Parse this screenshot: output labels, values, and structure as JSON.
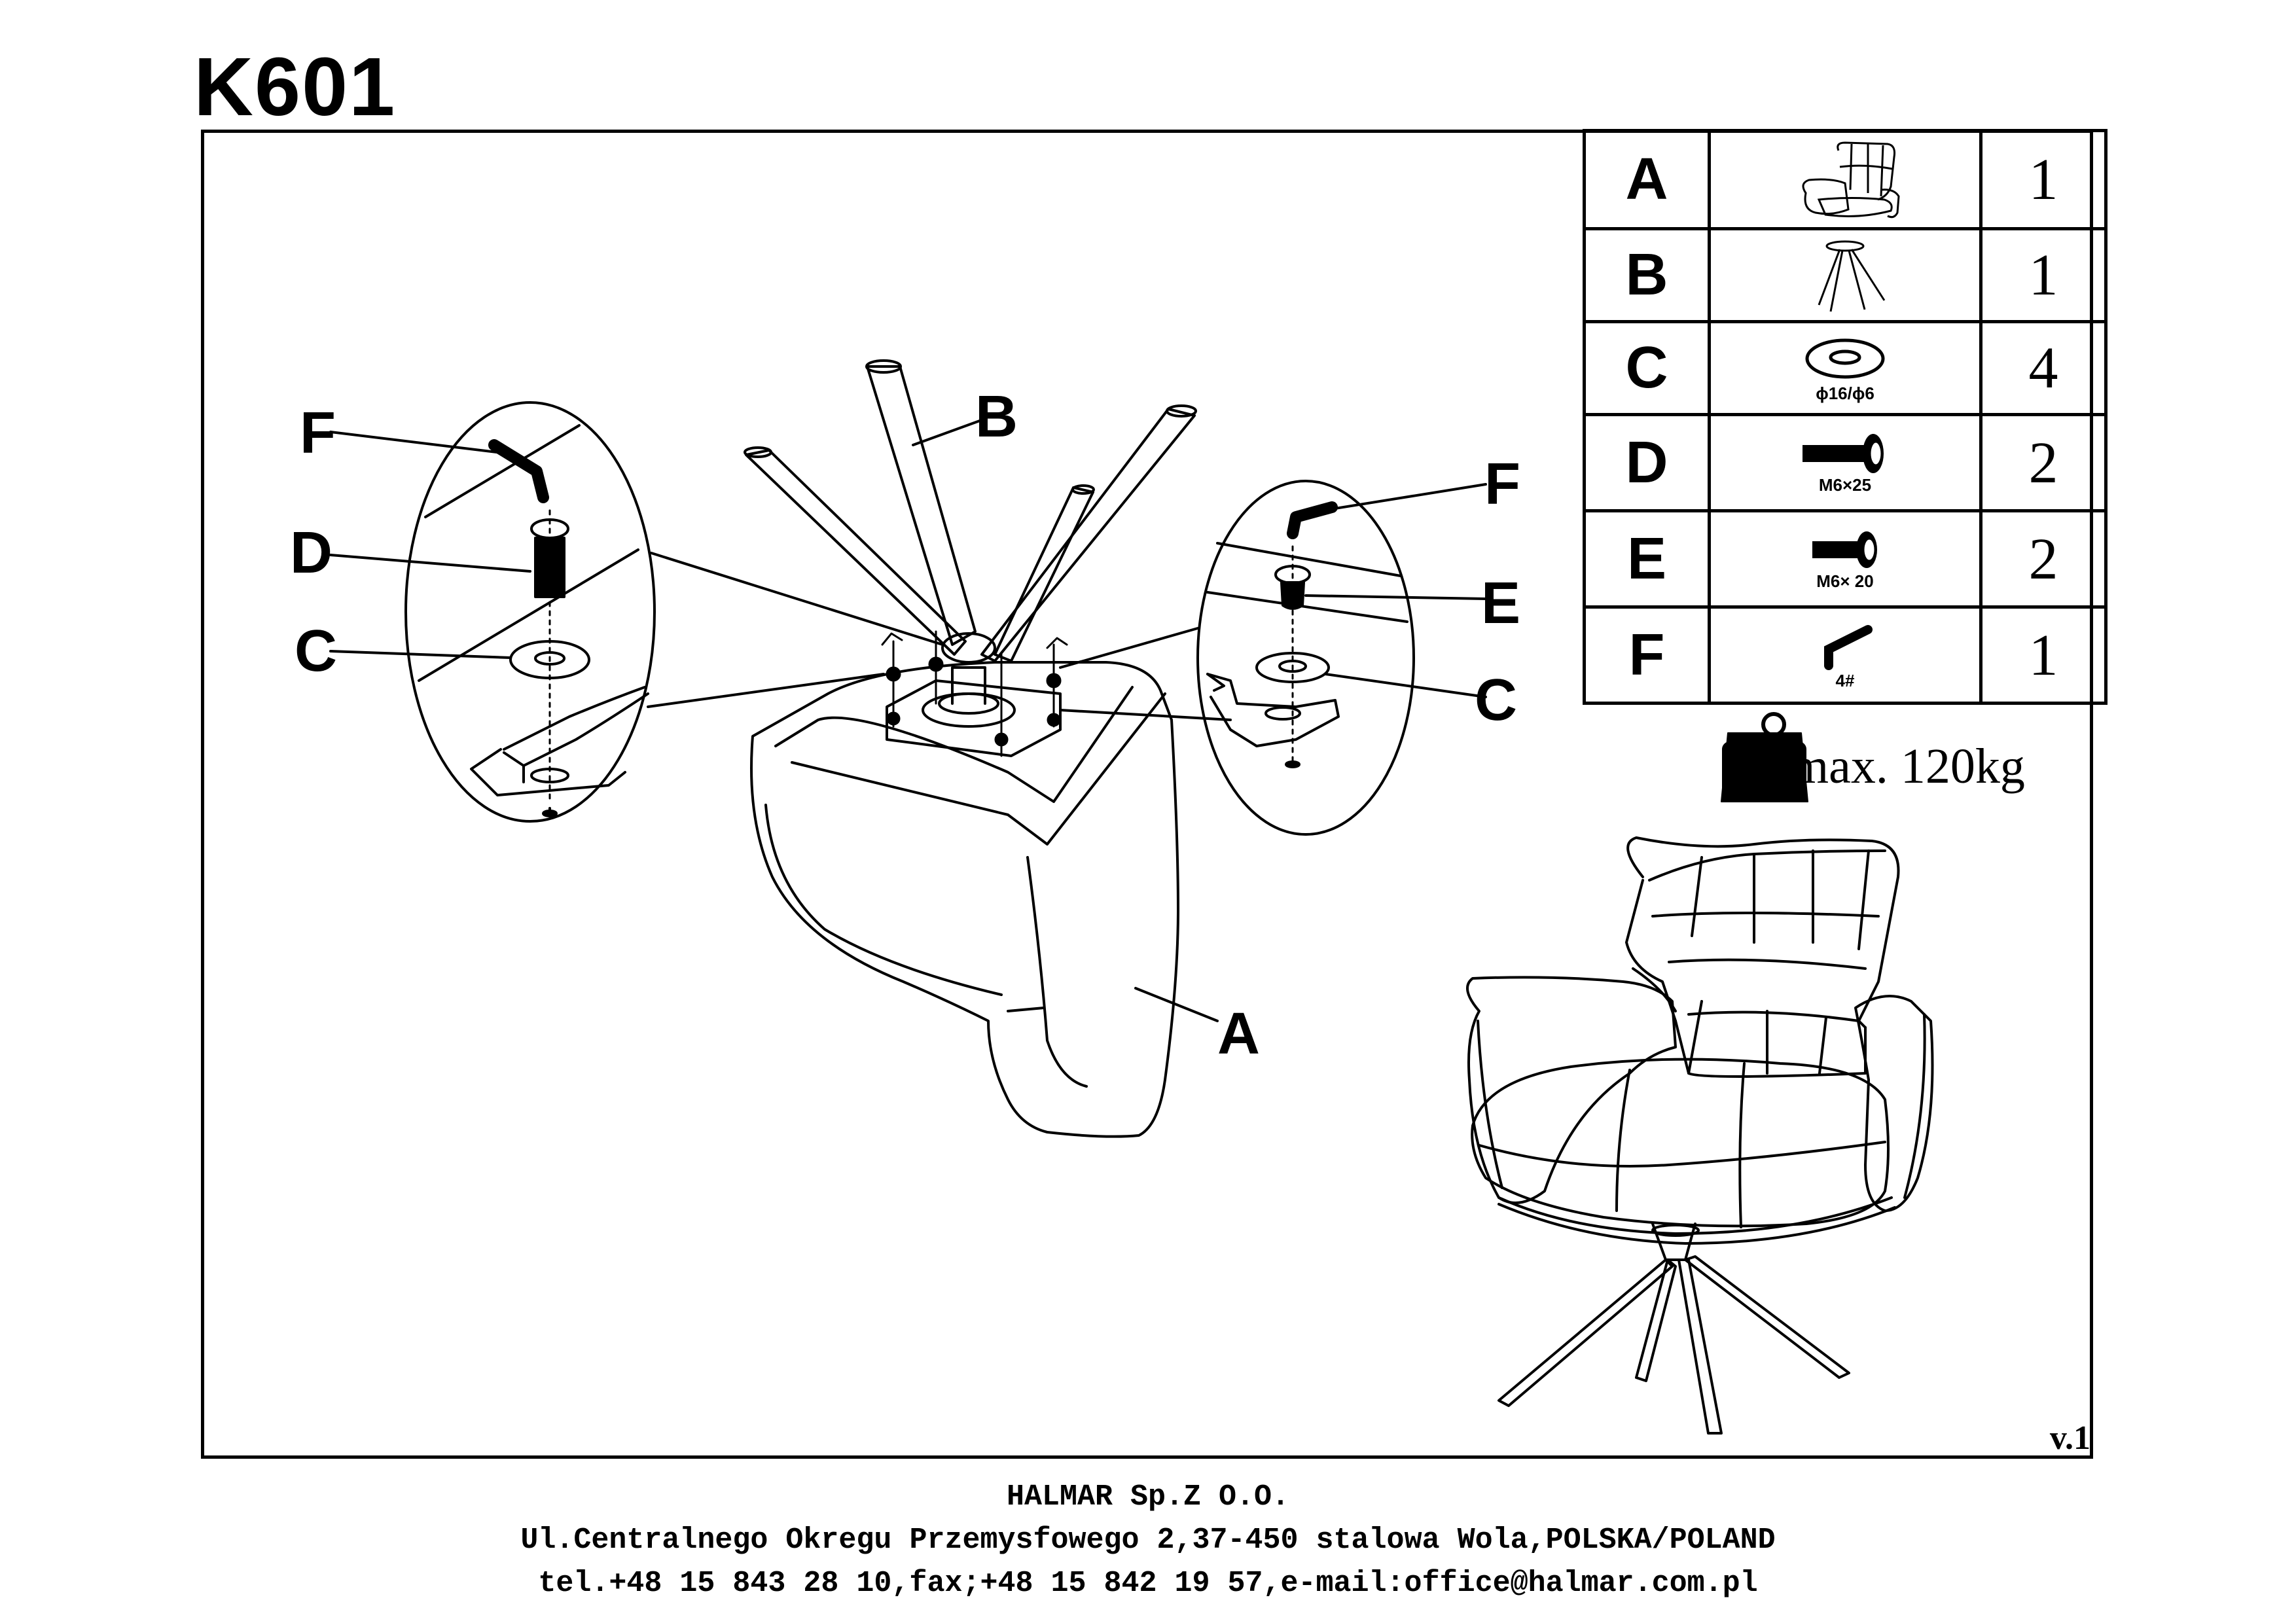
{
  "title": "K601",
  "version": "v.1",
  "callouts": {
    "b": "B",
    "a": "A",
    "left_f": "F",
    "left_d": "D",
    "left_c": "C",
    "right_f": "F",
    "right_e": "E",
    "right_c": "C"
  },
  "parts": [
    {
      "letter": "A",
      "qty": "1",
      "spec": ""
    },
    {
      "letter": "B",
      "qty": "1",
      "spec": ""
    },
    {
      "letter": "C",
      "qty": "4",
      "spec": "ϕ16/ϕ6"
    },
    {
      "letter": "D",
      "qty": "2",
      "spec": "M6×25"
    },
    {
      "letter": "E",
      "qty": "2",
      "spec": "M6× 20"
    },
    {
      "letter": "F",
      "qty": "1",
      "spec": "4#"
    }
  ],
  "max_load": "max. 120kg",
  "footer": {
    "company": "HALMAR Sp.Z O.O.",
    "address": "Ul.Centralnego Okregu Przemysfowego 2,37-450 stalowa Wola,POLSKA/POLAND",
    "contact": "tel.+48 15 843 28 10,fax;+48 15 842 19 57,e-mail:office@halmar.com.pl"
  }
}
